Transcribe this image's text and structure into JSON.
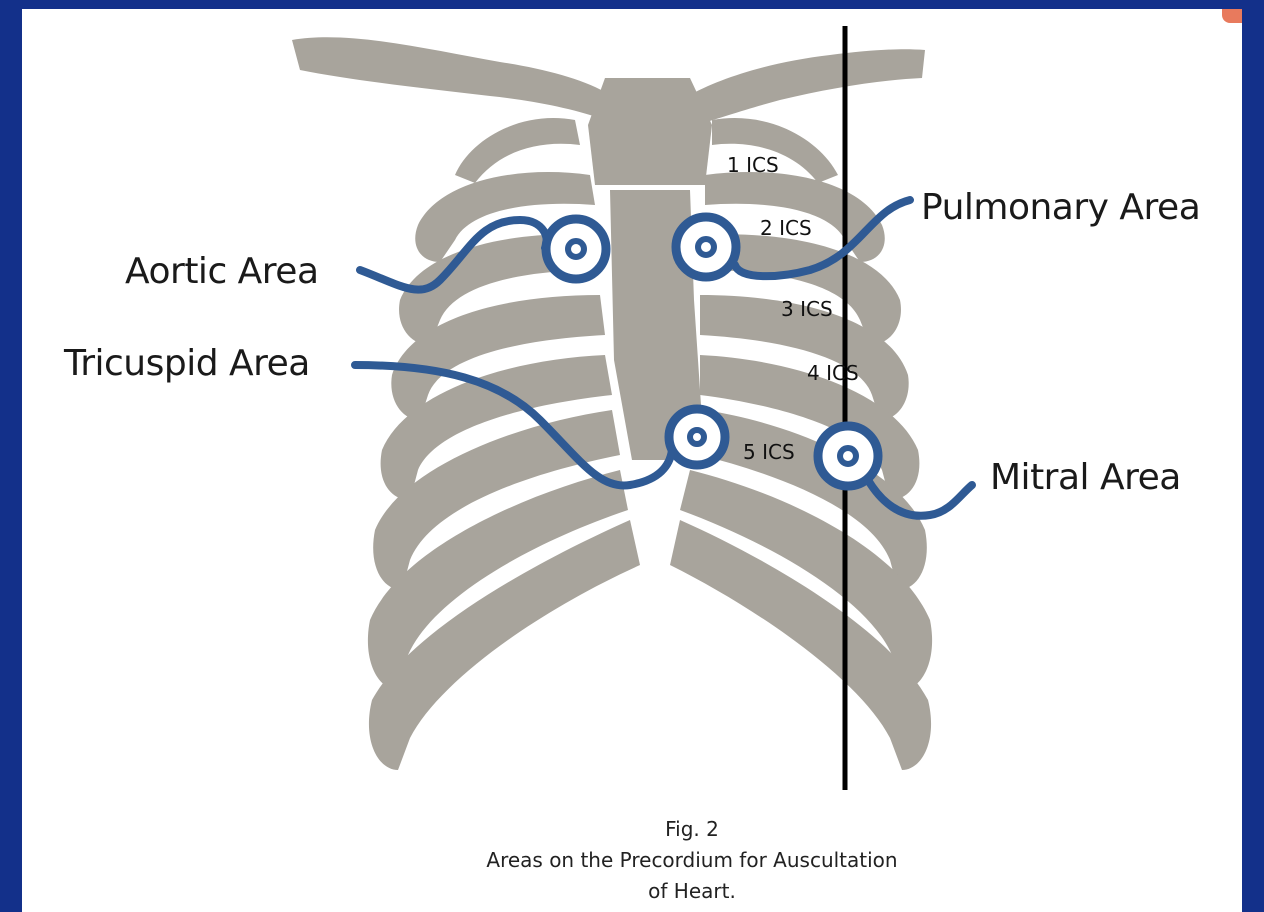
{
  "labels": {
    "pulmonary": "Pulmonary Area",
    "aortic": "Aortic Area",
    "tricuspid": "Tricuspid Area",
    "mitral": "Mitral Area"
  },
  "ics": [
    "1 ICS",
    "2 ICS",
    "3 ICS",
    "4 ICS",
    "5 ICS"
  ],
  "caption": {
    "line1": "Fig. 2",
    "line2": "Areas on the Precordium for Auscultation",
    "line3": "of Heart."
  },
  "colors": {
    "frame": "#13308a",
    "bone": "#a8a49c",
    "marker": "#2f5a94",
    "midclavicular_line": "#000000",
    "accent": "#e87a5d"
  }
}
